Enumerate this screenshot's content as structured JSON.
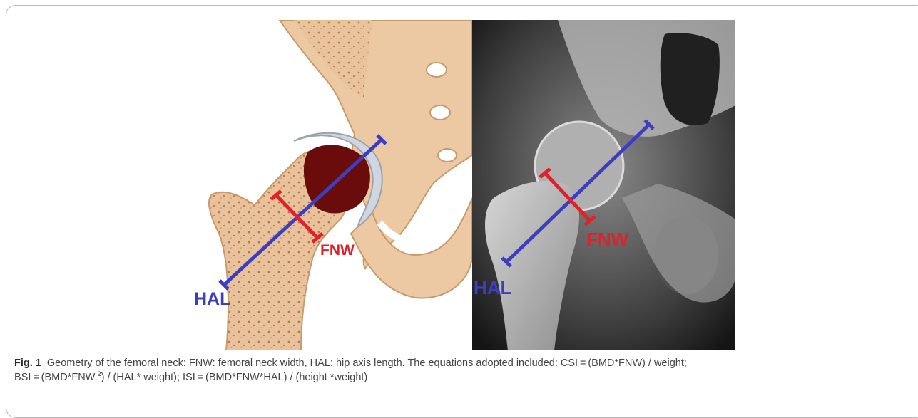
{
  "figure": {
    "left_panel": {
      "labels": {
        "fnw": "FNW",
        "hal": "HAL"
      }
    },
    "right_panel": {
      "labels": {
        "fnw": "FNW",
        "hal": "HAL"
      }
    },
    "colors": {
      "fnw_line": "#e0202a",
      "hal_line": "#3b3fbf",
      "bone": "#ecc9a2",
      "femoral_head": "#6a0c0c"
    }
  },
  "caption": {
    "label": "Fig. 1",
    "part1": "Geometry of the femoral neck: FNW: femoral neck width, HAL: hip axis length. The equations adopted included: CSI = (BMD*FNW) / weight;",
    "part2a": "BSI = (BMD*FNW.",
    "sup": "2",
    "part2b": ") / (HAL* weight); ISI = (BMD*FNW*HAL) / (height *weight)"
  }
}
